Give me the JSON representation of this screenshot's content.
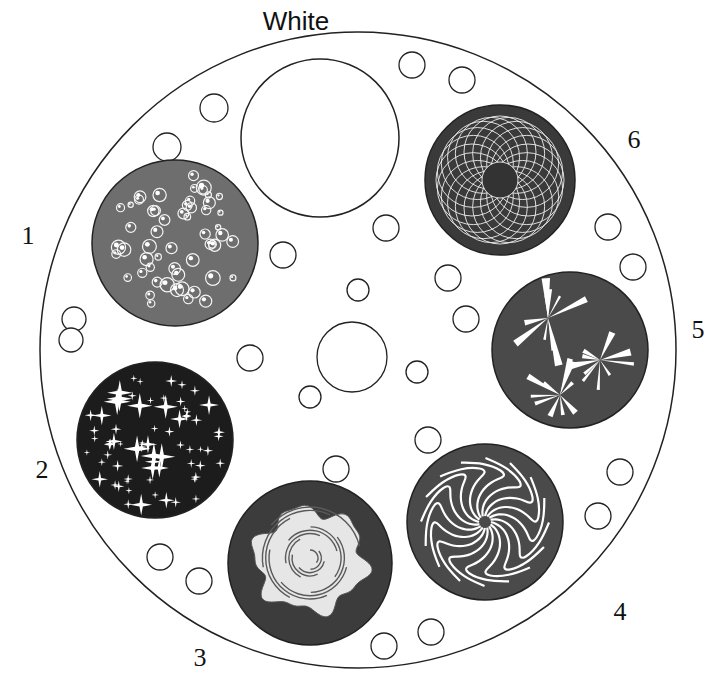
{
  "diagram": {
    "labels": [
      "White",
      "1",
      "2",
      "3",
      "4",
      "5",
      "6"
    ]
  }
}
